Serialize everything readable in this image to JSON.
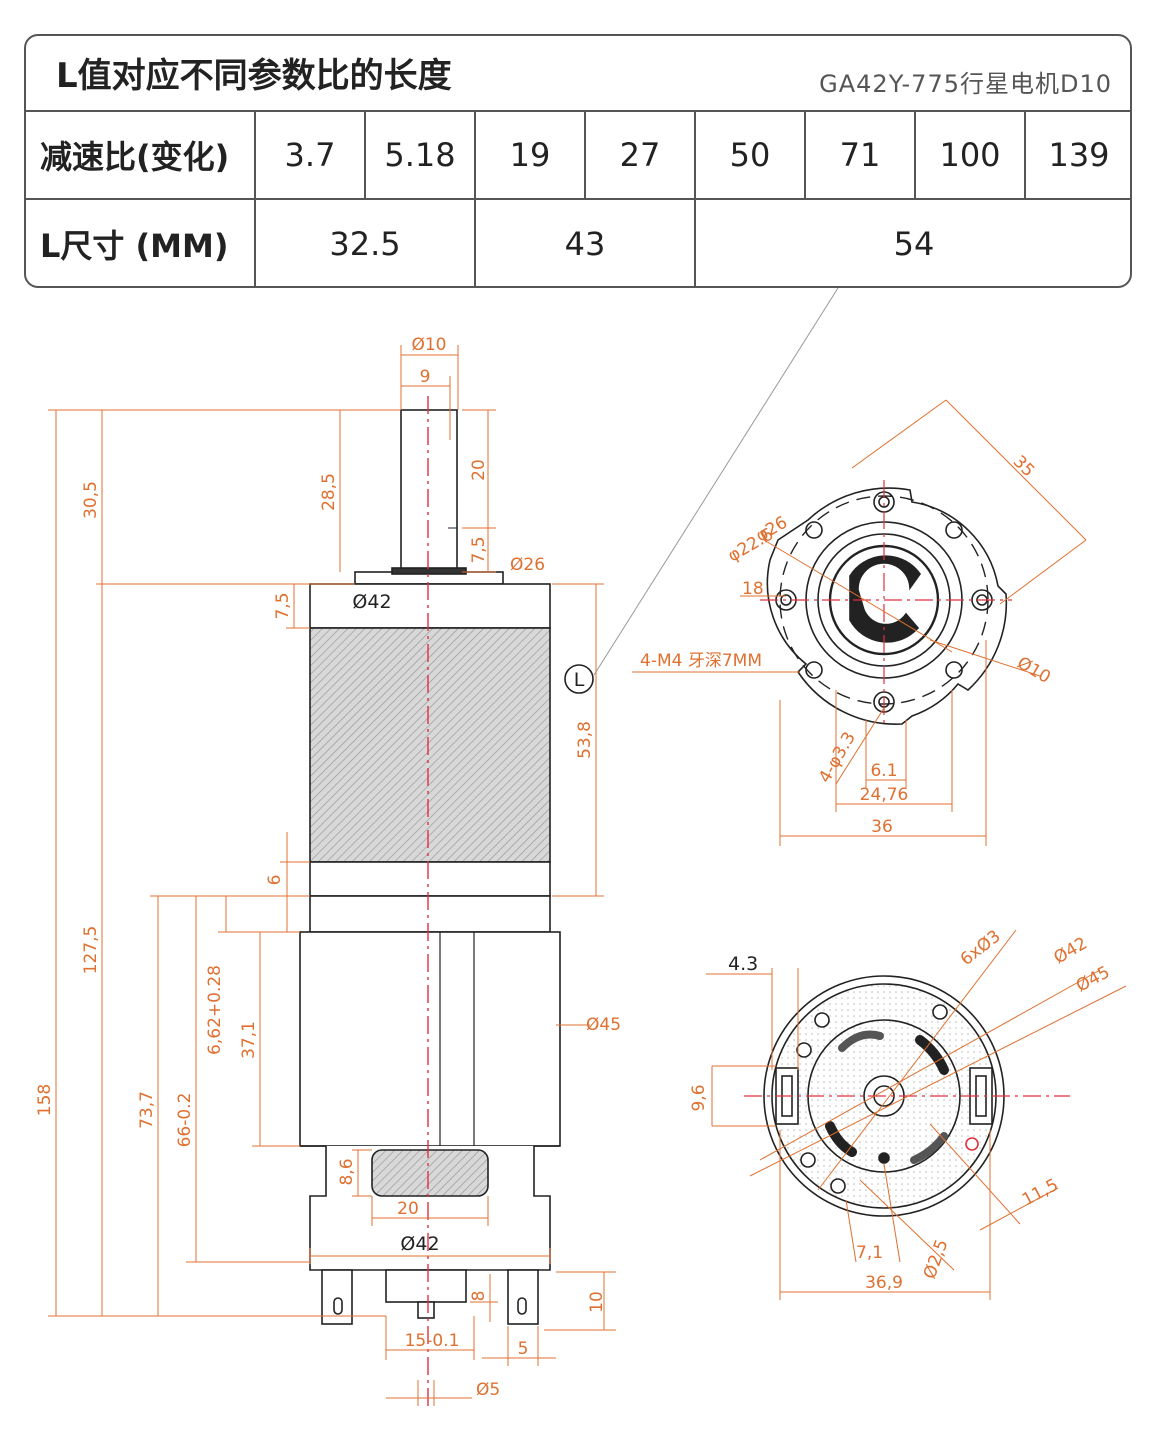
{
  "table": {
    "title": "L值对应不同参数比的长度",
    "subtitle": "GA42Y-775行星电机D10",
    "row1_label": "减速比(变化)",
    "ratios": [
      "3.7",
      "5.18",
      "19",
      "27",
      "50",
      "71",
      "100",
      "139"
    ],
    "row2_label": "L尺寸 (MM)",
    "lengths": [
      "32.5",
      "43",
      "54"
    ]
  },
  "side_view": {
    "shaft_dia": "Ø10",
    "shaft_flat": "9",
    "total": "158",
    "shaft_len_a": "30,5",
    "shaft_len_b": "28,5",
    "flat_len": "20",
    "flat_step": "7,5",
    "boss_dia": "Ø26",
    "flange": "7,5",
    "gear_dia": "Ø42",
    "L_marker": "L",
    "gear_len": "53,8",
    "collar": "6",
    "body_total": "127,5",
    "motor_len": "73,7",
    "motor_body": "66-0.2",
    "can_len": "6,62+0.28",
    "can_inner": "37,1",
    "motor_dia": "Ø45",
    "vent_h": "8,6",
    "vent_w": "20",
    "endcap_dia": "Ø42",
    "term_h": "8",
    "term_h2": "10",
    "term_spacing": "15-0.1",
    "term_w": "5",
    "rear_shaft": "Ø5"
  },
  "front_view": {
    "pcd": "35",
    "boss_a": "φ26",
    "boss_b": "φ22.6",
    "hole_offset": "18",
    "tap": "4-M4 牙深7MM",
    "shaft": "Ø10",
    "holes": "4-φ3.3",
    "keyway": "6.1",
    "flat_span": "24,76",
    "width": "36"
  },
  "rear_view": {
    "term_offset": "4.3",
    "vent_holes": "6xØ3",
    "inner_dia": "Ø42",
    "outer_dia": "Ø45",
    "slot_h": "9,6",
    "slot_r": "11,5",
    "dim_a": "7,1",
    "dim_b": "Ø2,5",
    "dim_c": "36,9"
  }
}
